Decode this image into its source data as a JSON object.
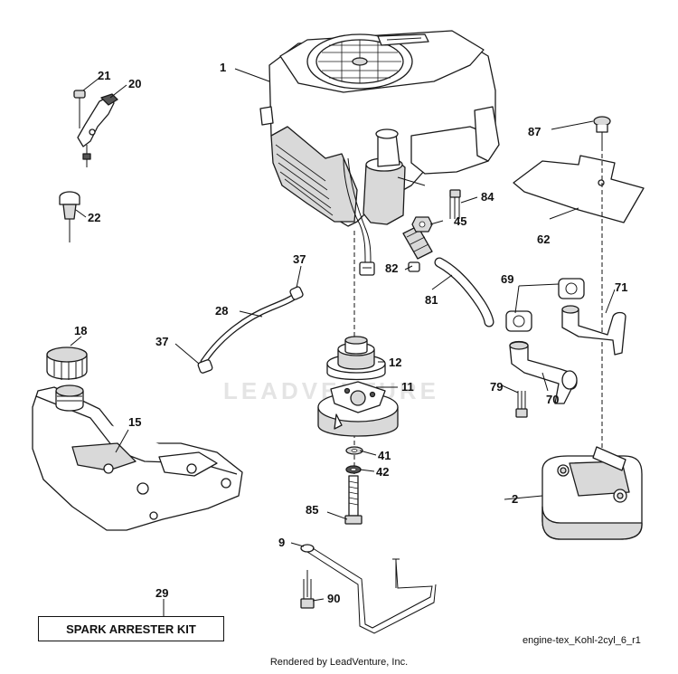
{
  "watermark": "LEADVENTURE",
  "kit_label": "SPARK ARRESTER KIT",
  "diagram_id": "engine-tex_Kohl-2cyl_6_r1",
  "footer": "Rendered by LeadVenture, Inc.",
  "callouts": {
    "c1": "1",
    "c2": "2",
    "c9": "9",
    "c11": "11",
    "c12": "12",
    "c15": "15",
    "c18": "18",
    "c20": "20",
    "c21": "21",
    "c22": "22",
    "c28": "28",
    "c29": "29",
    "c37a": "37",
    "c37b": "37",
    "c41": "41",
    "c42": "42",
    "c45": "45",
    "c62": "62",
    "c69": "69",
    "c70": "70",
    "c71": "71",
    "c79": "79",
    "c81": "81",
    "c82": "82",
    "c84": "84",
    "c85": "85",
    "c87": "87",
    "c90": "90"
  }
}
